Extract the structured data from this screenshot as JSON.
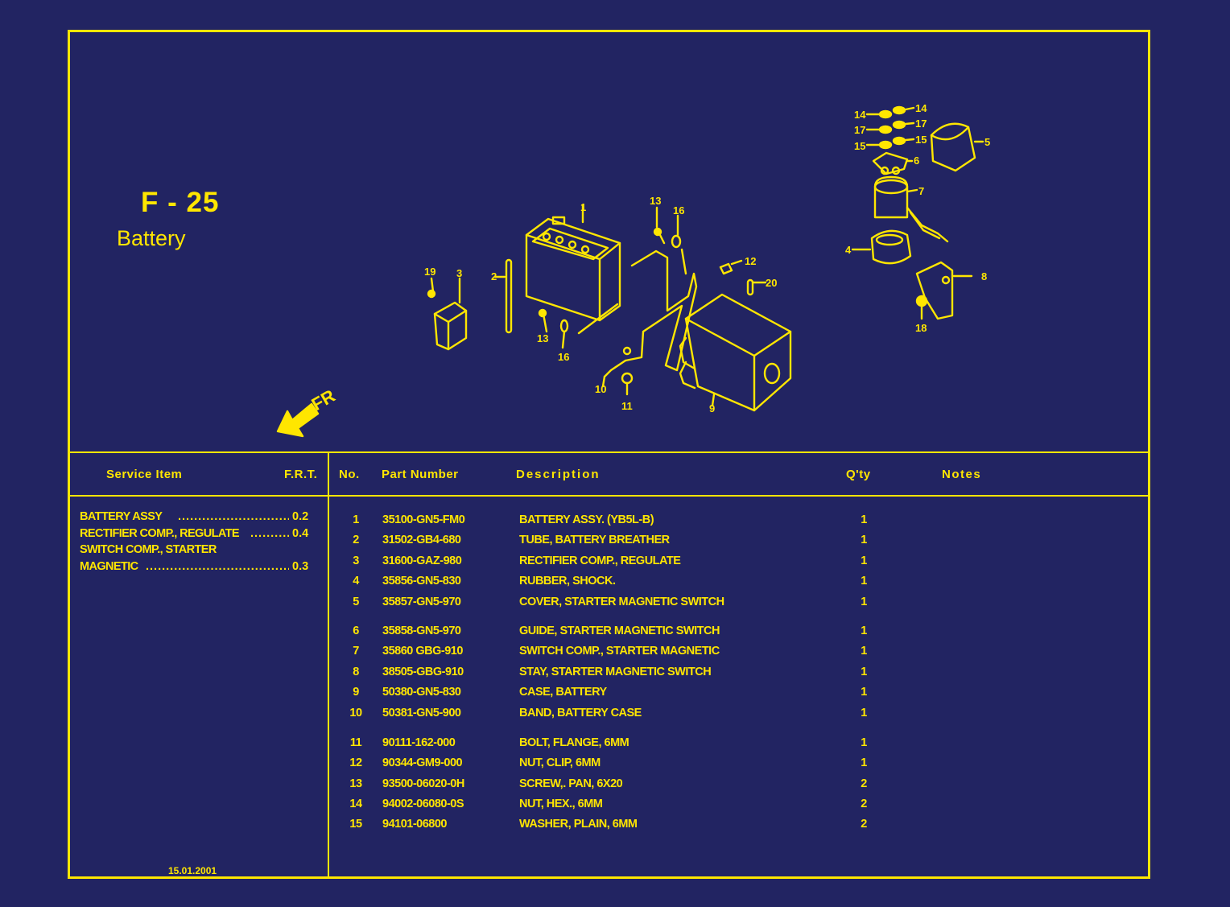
{
  "figure": {
    "code": "F - 25",
    "title": "Battery",
    "direction_label": "FR"
  },
  "callouts": [
    "1",
    "2",
    "3",
    "4",
    "5",
    "6",
    "7",
    "8",
    "9",
    "10",
    "11",
    "12",
    "13",
    "14",
    "15",
    "16",
    "17",
    "18",
    "19",
    "20"
  ],
  "headers": {
    "service_item": "Service Item",
    "frt": "F.R.T.",
    "no": "No.",
    "part_number": "Part Number",
    "description": "Description",
    "qty": "Q'ty",
    "notes": "Notes"
  },
  "service_items": [
    {
      "label": "BATTERY ASSY",
      "frt": "0.2"
    },
    {
      "label": "RECTIFIER COMP., REGULATE",
      "frt": "0.4"
    },
    {
      "label": "SWITCH COMP., STARTER",
      "frt": ""
    },
    {
      "label": "MAGNETIC",
      "frt": "0.3"
    }
  ],
  "date": "15.01.2001",
  "parts": [
    {
      "no": "1",
      "part_number": "35100-GN5-FM0",
      "description": "BATTERY ASSY. (YB5L-B)",
      "qty": "1"
    },
    {
      "no": "2",
      "part_number": "31502-GB4-680",
      "description": "TUBE, BATTERY BREATHER",
      "qty": "1"
    },
    {
      "no": "3",
      "part_number": "31600-GAZ-980",
      "description": "RECTIFIER COMP., REGULATE",
      "qty": "1"
    },
    {
      "no": "4",
      "part_number": "35856-GN5-830",
      "description": "RUBBER, SHOCK.",
      "qty": "1"
    },
    {
      "no": "5",
      "part_number": "35857-GN5-970",
      "description": "COVER, STARTER MAGNETIC SWITCH",
      "qty": "1"
    },
    {
      "no": "6",
      "part_number": "35858-GN5-970",
      "description": "GUIDE, STARTER MAGNETIC SWITCH",
      "qty": "1"
    },
    {
      "no": "7",
      "part_number": "35860 GBG-910",
      "description": "SWITCH COMP., STARTER MAGNETIC",
      "qty": "1"
    },
    {
      "no": "8",
      "part_number": "38505-GBG-910",
      "description": "STAY, STARTER MAGNETIC SWITCH",
      "qty": "1"
    },
    {
      "no": "9",
      "part_number": "50380-GN5-830",
      "description": "CASE, BATTERY",
      "qty": "1"
    },
    {
      "no": "10",
      "part_number": "50381-GN5-900",
      "description": "BAND, BATTERY CASE",
      "qty": "1"
    },
    {
      "no": "11",
      "part_number": "90111-162-000",
      "description": "BOLT, FLANGE, 6MM",
      "qty": "1"
    },
    {
      "no": "12",
      "part_number": "90344-GM9-000",
      "description": "NUT, CLIP, 6MM",
      "qty": "1"
    },
    {
      "no": "13",
      "part_number": "93500-06020-0H",
      "description": "SCREW,. PAN, 6X20",
      "qty": "2"
    },
    {
      "no": "14",
      "part_number": "94002-06080-0S",
      "description": "NUT, HEX., 6MM",
      "qty": "2"
    },
    {
      "no": "15",
      "part_number": "94101-06800",
      "description": "WASHER, PLAIN, 6MM",
      "qty": "2"
    }
  ]
}
